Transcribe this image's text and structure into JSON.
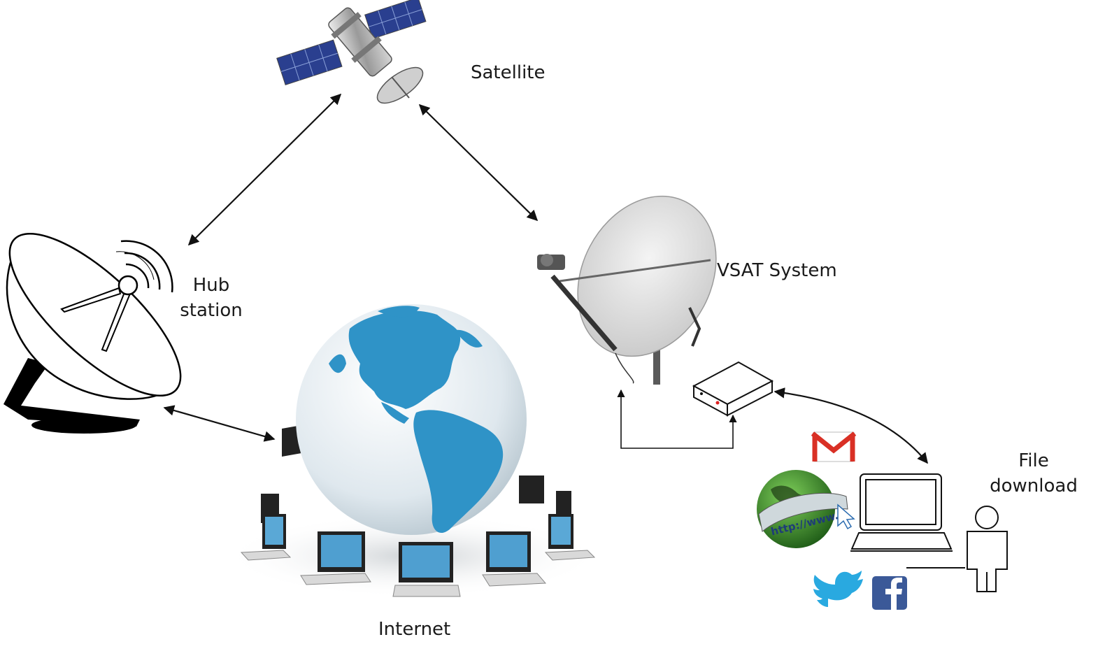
{
  "labels": {
    "satellite": "Satellite",
    "hub_line1": "Hub",
    "hub_line2": "station",
    "vsat": "VSAT System",
    "file_line1": "File",
    "file_line2": "download",
    "internet": "Internet",
    "url_text": "http://www."
  },
  "colors": {
    "arrow": "#111111",
    "globe_ocean": "#e6eef3",
    "globe_land": "#2f93c7",
    "solar_panel": "#2a3f8f",
    "gmail_red": "#d93025",
    "twitter_blue": "#29a9e0",
    "facebook_blue": "#3b5998",
    "www_globe": "#3a8f2a"
  },
  "icons": [
    "satellite-icon",
    "hub-dish-icon",
    "globe-icon",
    "laptop-icon",
    "vsat-dish-icon",
    "modem-icon",
    "gmail-icon",
    "www-globe-icon",
    "twitter-icon",
    "facebook-icon",
    "person-icon"
  ]
}
